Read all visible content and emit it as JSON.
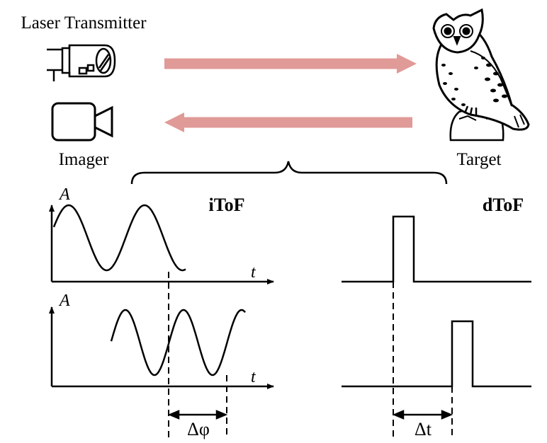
{
  "labels": {
    "laser": "Laser Transmitter",
    "imager": "Imager",
    "target": "Target",
    "itof": "iToF",
    "dtof": "dToF",
    "amp_top": "A",
    "amp_bottom": "A",
    "time_top": "t",
    "time_bottom": "t",
    "phase_delta": "Δφ",
    "time_delta": "Δt"
  },
  "icons": {
    "laser": "laser-transmitter-icon",
    "imager": "video-camera-icon",
    "target": "owl-icon"
  },
  "colors": {
    "beam": "#e09a97",
    "stroke": "#000000",
    "background": "#ffffff"
  }
}
